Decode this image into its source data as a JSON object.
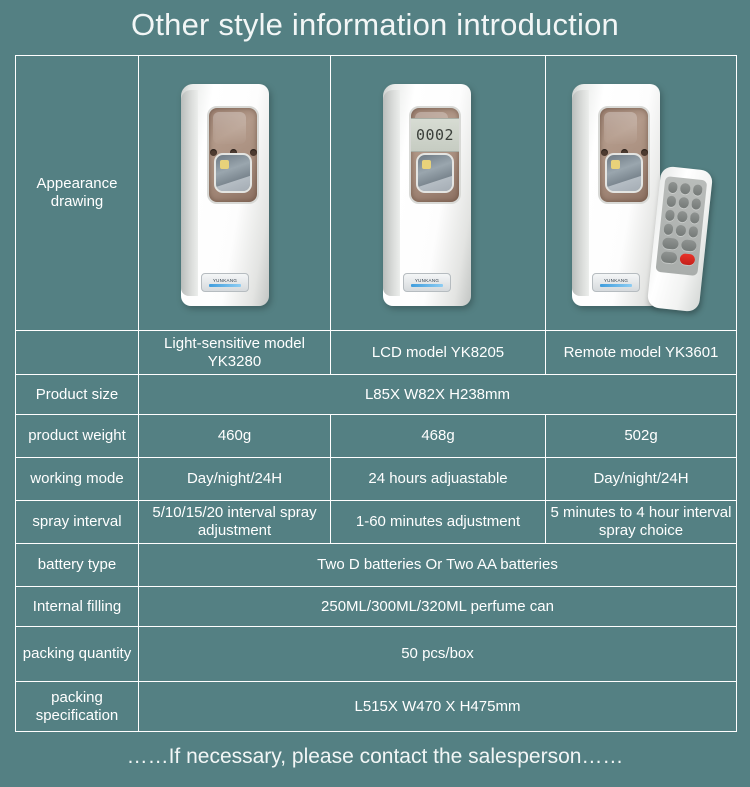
{
  "page": {
    "title": "Other style information introduction",
    "footer_note": "……If necessary, please contact the salesperson……",
    "background_color": "#548083",
    "border_color": "#ffffff",
    "text_color": "#ffffff"
  },
  "table": {
    "row_labels": {
      "appearance": "Appearance drawing",
      "product_size": "Product size",
      "product_weight": "product weight",
      "working_mode": "working mode",
      "spray_interval": "spray interval",
      "battery_type": "battery type",
      "internal_filling": "Internal filling",
      "packing_quantity": "packing quantity",
      "packing_specification": "packing specification"
    },
    "models": [
      {
        "name": "Light-sensitive model YK3280",
        "type": "light-sensitive",
        "weight": "460g",
        "working_mode": "Day/night/24H",
        "spray_interval": "5/10/15/20 interval spray adjustment",
        "badge_text": "YUNKANG",
        "has_lcd": false,
        "has_remote": false
      },
      {
        "name": "LCD model YK8205",
        "type": "lcd",
        "weight": "468g",
        "working_mode": "24 hours adjuastable",
        "spray_interval": "1-60 minutes adjustment",
        "badge_text": "YUNKANG",
        "has_lcd": true,
        "lcd_value": "0002",
        "has_remote": false
      },
      {
        "name": "Remote model YK3601",
        "type": "remote",
        "weight": "502g",
        "working_mode": "Day/night/24H",
        "spray_interval": "5 minutes to 4 hour interval spray choice",
        "badge_text": "YUNKANG",
        "has_lcd": false,
        "has_remote": true
      }
    ],
    "merged_values": {
      "product_size": "L85X W82X H238mm",
      "battery_type": "Two D batteries Or Two AA batteries",
      "internal_filling": "250ML/300ML/320ML perfume can",
      "packing_quantity": "50 pcs/box",
      "packing_specification": "L515X W470 X H475mm"
    }
  }
}
